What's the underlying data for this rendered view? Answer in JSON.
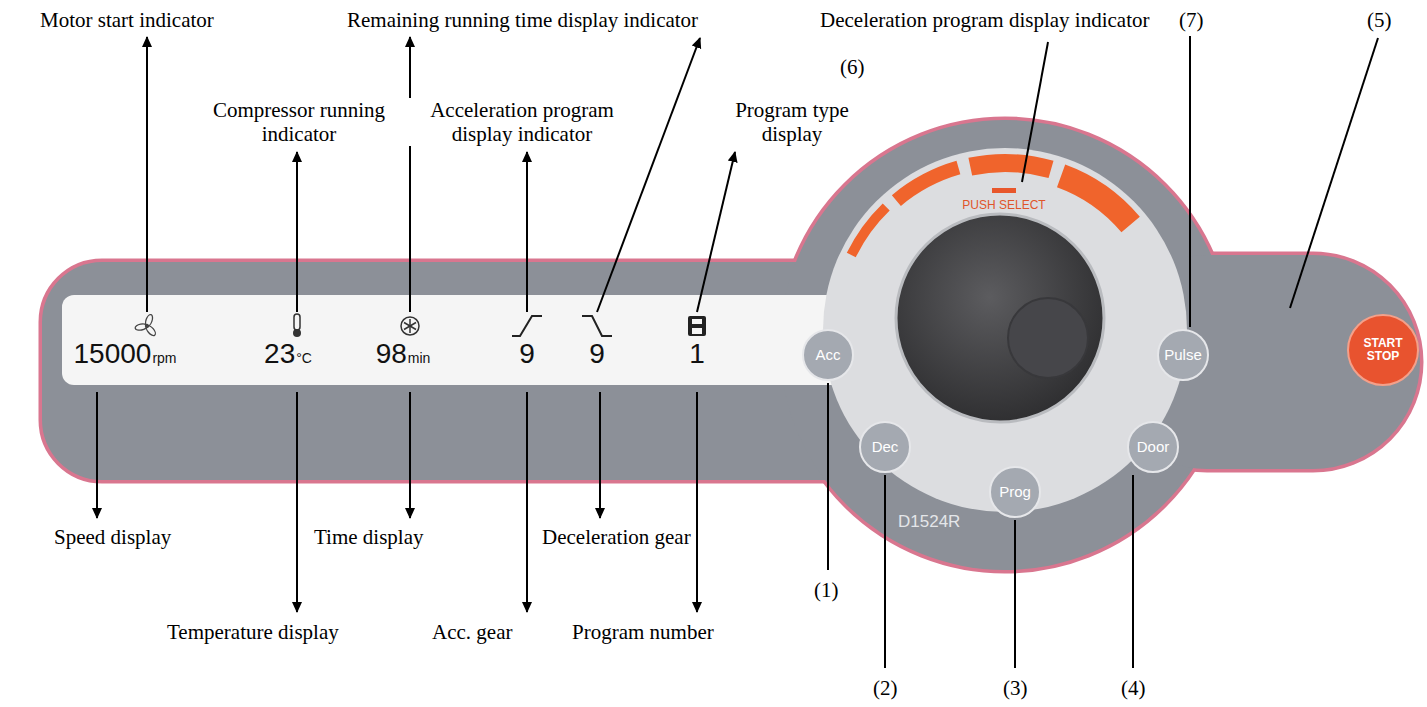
{
  "diagram": {
    "nodes": [
      {
        "text": [
          "D1524R"
        ]
      },
      {
        "text": [
          "15000",
          "rpm",
          "23",
          "°C",
          "98",
          "min",
          "9",
          "9",
          "1"
        ],
        "in": 0
      },
      {
        "text": [
          "PUSH SELECT"
        ],
        "in": 0
      },
      {
        "text": [
          "Acc"
        ],
        "in": 0
      },
      {
        "text": [
          "Dec"
        ],
        "in": 0
      },
      {
        "text": [
          "Prog"
        ],
        "in": 0
      },
      {
        "text": [
          "Door"
        ],
        "in": 0
      },
      {
        "text": [
          "Pulse"
        ],
        "in": 0
      },
      {
        "text": [
          "START STOP"
        ],
        "in": 0
      }
    ],
    "labels": [
      "Motor start indicator",
      "Remaining running time display indicator",
      "Deceleration program display indicator",
      "(7)",
      "(5)",
      "(6)",
      "Compressor running indicator",
      "Acceleration program display indicator",
      "Program type display",
      "Speed display",
      "Time display",
      "Deceleration gear",
      "Temperature display",
      "Acc. gear",
      "Program number",
      "(1)",
      "(2)",
      "(3)",
      "(4)"
    ]
  }
}
